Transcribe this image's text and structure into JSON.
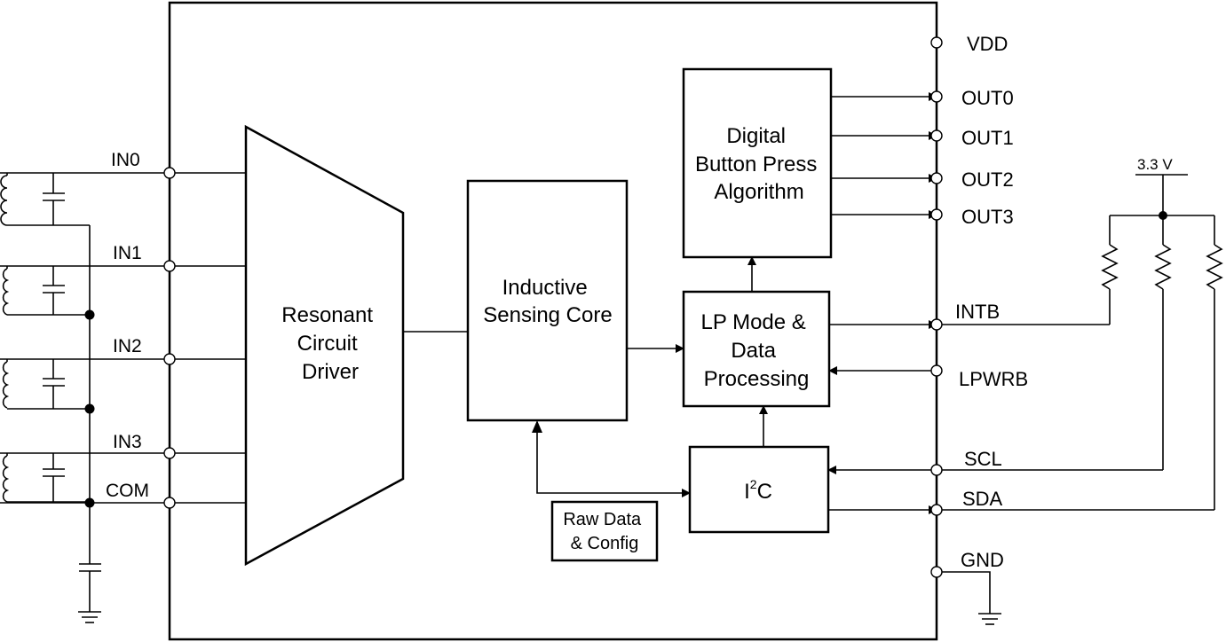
{
  "blocks": {
    "driver": [
      "Resonant",
      "Circuit",
      "Driver"
    ],
    "core": [
      "Inductive",
      "Sensing Core"
    ],
    "dbp": [
      "Digital",
      "Button Press",
      "Algorithm"
    ],
    "lp": [
      "LP Mode &",
      "Data",
      "Processing"
    ],
    "i2c": {
      "main": "I",
      "sup": "2",
      "tail": "C"
    },
    "raw": [
      "Raw Data",
      "& Config"
    ]
  },
  "inputs": [
    "IN0",
    "IN1",
    "IN2",
    "IN3",
    "COM"
  ],
  "pins": {
    "vdd": "VDD",
    "out0": "OUT0",
    "out1": "OUT1",
    "out2": "OUT2",
    "out3": "OUT3",
    "intb": "INTB",
    "lpwrb": "LPWRB",
    "scl": "SCL",
    "sda": "SDA",
    "gnd": "GND"
  },
  "supply": "3.3 V"
}
